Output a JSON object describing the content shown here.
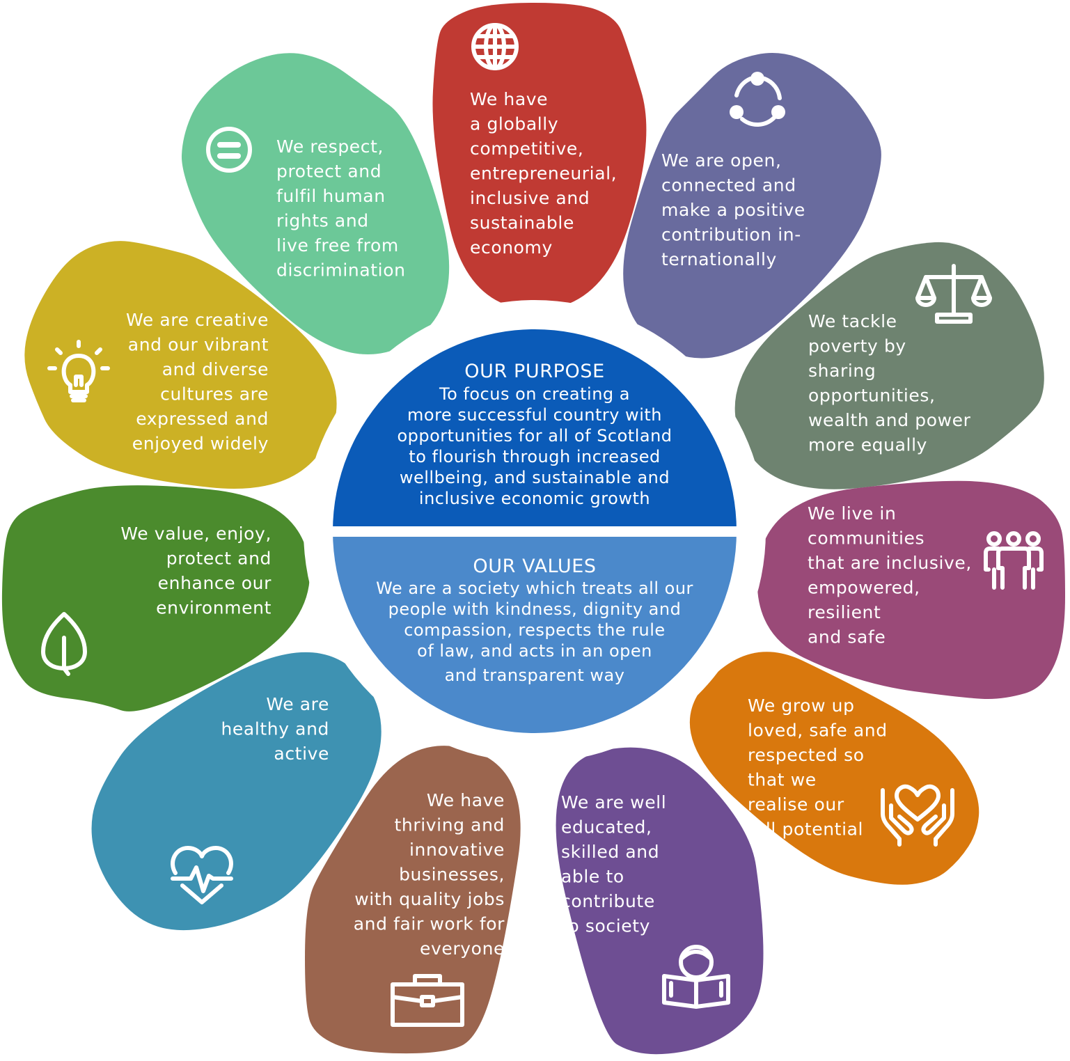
{
  "purpose": {
    "title": "OUR PURPOSE",
    "lines": [
      "To focus on creating a",
      "more successful country with",
      "opportunities for all of Scotland",
      "to flourish through increased",
      "wellbeing, and sustainable and",
      "inclusive economic growth"
    ]
  },
  "values": {
    "title": "OUR VALUES",
    "lines": [
      "We are a society which treats all our",
      "people with kindness, dignity and",
      "compassion, respects the rule",
      "of law, and acts in an open",
      "and transparent way"
    ]
  },
  "outcomes": [
    {
      "id": "economy",
      "color": "#c03a33",
      "icon": "globe-icon",
      "lines": [
        "We have",
        "a globally",
        "competitive,",
        "entrepreneurial,",
        "inclusive and",
        "sustainable",
        "economy"
      ]
    },
    {
      "id": "international",
      "color": "#696b9e",
      "icon": "share-network-icon",
      "lines": [
        "We are open,",
        "connected and",
        "make a positive",
        "contribution in-",
        "ternationally"
      ]
    },
    {
      "id": "poverty",
      "color": "#6e8370",
      "icon": "scales-icon",
      "lines": [
        "We tackle",
        "poverty by",
        "sharing",
        "opportunities,",
        "wealth and power",
        "more equally"
      ]
    },
    {
      "id": "communities",
      "color": "#9a4a78",
      "icon": "people-icon",
      "lines": [
        "We live in",
        "communities",
        "that are inclusive,",
        "empowered,",
        "resilient",
        "and safe"
      ]
    },
    {
      "id": "children",
      "color": "#d9780d",
      "icon": "heart-hands-icon",
      "lines": [
        "We grow up",
        "loved, safe and",
        "respected so",
        "that we",
        "realise our",
        "full potential"
      ]
    },
    {
      "id": "education",
      "color": "#6e4e93",
      "icon": "reader-icon",
      "lines": [
        "We are well",
        "educated,",
        "skilled and",
        "able to",
        "contribute",
        "to society"
      ]
    },
    {
      "id": "fair-work",
      "color": "#9b654e",
      "icon": "briefcase-icon",
      "lines": [
        "We have",
        "thriving and",
        "innovative",
        "businesses,",
        "with quality jobs",
        "and fair work for",
        "everyone"
      ]
    },
    {
      "id": "health",
      "color": "#3e92b2",
      "icon": "heartbeat-icon",
      "lines": [
        "We are",
        "healthy and",
        "active"
      ]
    },
    {
      "id": "environment",
      "color": "#4b8b2d",
      "icon": "leaf-icon",
      "lines": [
        "We value, enjoy,",
        "protect and",
        "enhance our",
        "environment"
      ]
    },
    {
      "id": "culture",
      "color": "#ccb125",
      "icon": "lightbulb-icon",
      "lines": [
        "We are creative",
        "and our vibrant",
        "and diverse",
        "cultures are",
        "expressed and",
        "enjoyed widely"
      ]
    },
    {
      "id": "human-rights",
      "color": "#6cc898",
      "icon": "equals-icon",
      "lines": [
        "We respect,",
        "protect and",
        "fulfil human",
        "rights and",
        "live free from",
        "discrimination"
      ]
    }
  ],
  "colors": {
    "purpose_blue": "#0b5bb8",
    "values_blue": "#4b89cb"
  }
}
